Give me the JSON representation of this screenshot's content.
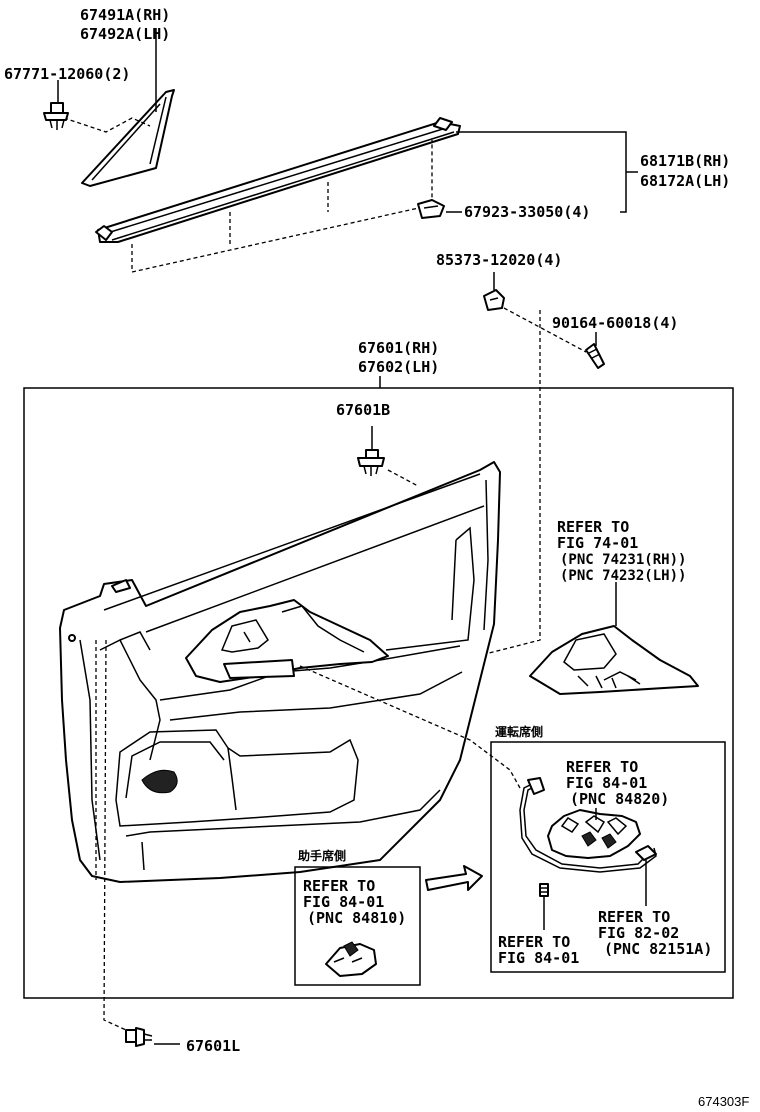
{
  "labels": {
    "moulding_rh": "67491A(RH)",
    "moulding_lh": "67492A(LH)",
    "clip_67771": "67771-12060(2)",
    "weatherstrip_rh": "68171B(RH)",
    "weatherstrip_lh": "68172A(LH)",
    "clip_67923": "67923-33050(4)",
    "clip_85373": "85373-12020(4)",
    "screw_90164": "90164-60018(4)",
    "trim_rh": "67601(RH)",
    "trim_lh": "67602(LH)",
    "clip_67601b": "67601B",
    "clip_67601l": "67601L"
  },
  "refer_switch_base": {
    "line1": "REFER TO",
    "line2": "FIG 74-01",
    "line3": "(PNC 74231(RH))",
    "line4": "(PNC 74232(LH))"
  },
  "driver_side": {
    "title": "運転席側",
    "ref_a": {
      "line1": "REFER TO",
      "line2": "FIG 84-01",
      "line3": "(PNC 84820)"
    },
    "ref_b": {
      "line1": "REFER TO",
      "line2": "FIG 82-02",
      "line3": "(PNC 82151A)"
    },
    "ref_c": {
      "line1": "REFER TO",
      "line2": "FIG 84-01"
    }
  },
  "passenger_side": {
    "title": "助手席側",
    "ref": {
      "line1": "REFER TO",
      "line2": "FIG 84-01",
      "line3": "(PNC 84810)"
    }
  },
  "figure_id": "674303F"
}
